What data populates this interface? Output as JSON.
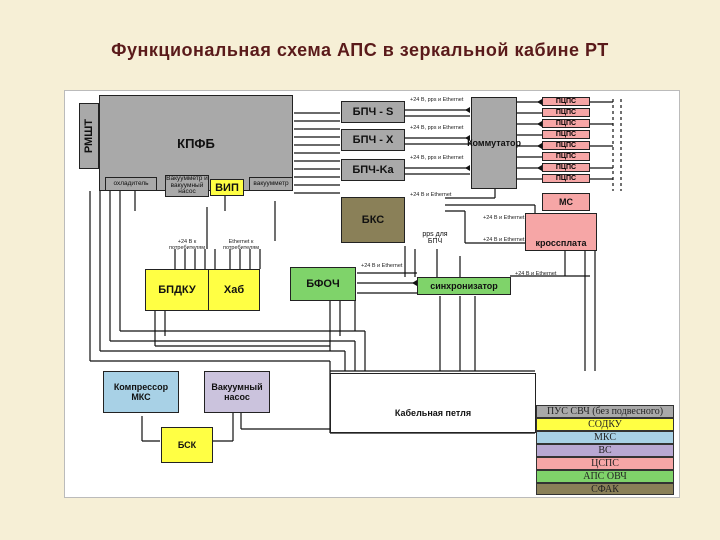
{
  "title": "Функциональная схема АПС в зеркальной кабине РТ",
  "blocks": {
    "rmsht": "РМШТ",
    "kpfb": "КПФБ",
    "ohladitel": "охладитель",
    "vacuum_gauge": "Вакуумметр и вакуумный насос",
    "vip": "ВИП",
    "vakuummetr": "вакуумметр",
    "bpch_s": "БПЧ - S",
    "bpch_x": "БПЧ - X",
    "bpch_ka": "БПЧ-Ka",
    "kommutator": "Коммутатор",
    "bks": "БКС",
    "ms": "МС",
    "krossplata": "кроссплата",
    "bpdku": "БПДКУ",
    "hab": "Хаб",
    "bfoch": "БФОЧ",
    "sinhronizator": "синхронизатор",
    "kompressor": "Компрессор МКС",
    "vacuum_pump": "Вакуумный насос",
    "bsk": "БСК",
    "kabelnaya_petlya": "Кабельная петля"
  },
  "pups": [
    "ПЦПС",
    "ПЦПС",
    "ПЦПС",
    "ПЦПС",
    "ПЦПС",
    "ПЦПС",
    "ПЦПС",
    "ПЦПС"
  ],
  "labels": {
    "eth_s": "+24 В, pps и Ethernet",
    "eth_x": "+24 В, pps и Ethernet",
    "eth_ka": "+24 В, pps и Ethernet",
    "eth_bks": "+24 В и Ethernet",
    "eth_kross1": "+24 В и Ethernet",
    "eth_kross2": "+24 В и Ethernet",
    "eth_bfoch": "+24 В и Ethernet",
    "eth_sync": "+24 В и Ethernet",
    "pps_bpch": "pps для БПЧ",
    "potr_1": "+24 В к потребителям",
    "potr_2": "Ethernet к потребителям"
  },
  "legend": [
    {
      "text": "ПУС СВЧ (без подвесного)",
      "color": "#a9a9a9"
    },
    {
      "text": "СОДКУ",
      "color": "#ffff44"
    },
    {
      "text": "МКС",
      "color": "#a8d1e6"
    },
    {
      "text": "ВС",
      "color": "#b8a8d2"
    },
    {
      "text": "ЦСПС",
      "color": "#f6a6a6"
    },
    {
      "text": "АПС ОВЧ",
      "color": "#7fd36a"
    },
    {
      "text": "СФАК",
      "color": "#8a8058"
    }
  ]
}
